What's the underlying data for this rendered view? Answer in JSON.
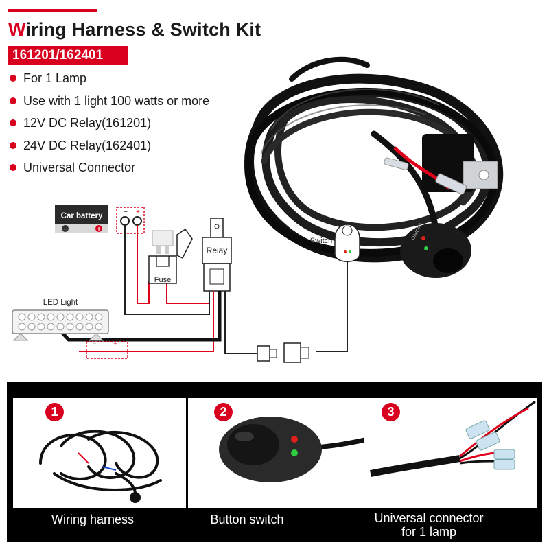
{
  "header": {
    "title_first_letter": "W",
    "title_rest": "iring Harness & Switch Kit",
    "model": "161201/162401"
  },
  "features": [
    "For 1 Lamp",
    "Use with 1 light 100 watts or more",
    "12V DC Relay(161201)",
    "24V DC Relay(162401)",
    "Universal Connector"
  ],
  "diagram": {
    "battery_label": "Car battery",
    "battery_neg": "−",
    "battery_pos": "+",
    "terminal_neg": "−",
    "terminal_pos": "+",
    "fuse_label": "Fuse",
    "relay_label": "Relay",
    "switch_label": "Switch",
    "led_label": "LED Light",
    "conn_neg": "−",
    "conn_pos": "+"
  },
  "panels": [
    {
      "number": "1",
      "caption": "Wiring harness"
    },
    {
      "number": "2",
      "caption": "Button switch"
    },
    {
      "number": "3",
      "caption_line1": "Universal connector",
      "caption_line2": "for 1 lamp"
    }
  ],
  "switch_text": "ON/OFF",
  "colors": {
    "brand_red": "#d8001e",
    "wire_black": "#111111",
    "wire_red": "#e0001b"
  }
}
